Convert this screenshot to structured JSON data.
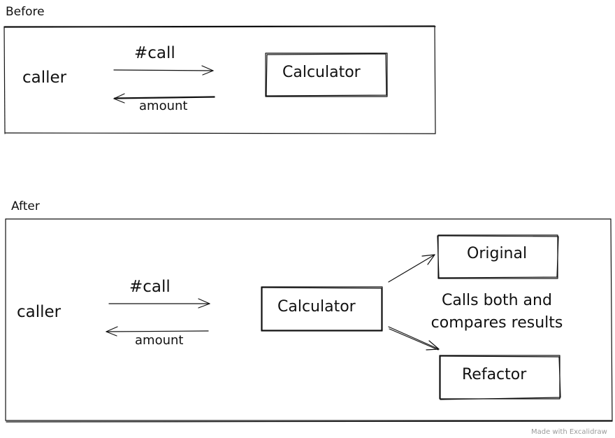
{
  "sections": {
    "before": {
      "label": "Before",
      "caller": "caller",
      "request": "#call",
      "response": "amount",
      "service": "Calculator"
    },
    "after": {
      "label": "After",
      "caller": "caller",
      "request": "#call",
      "response": "amount",
      "service": "Calculator",
      "target_a": "Original",
      "target_b": "Refactor",
      "note_line1": "Calls both and",
      "note_line2": "compares results"
    }
  },
  "footer": "Made with Excalidraw",
  "colors": {
    "stroke": "#111111",
    "background": "#ffffff",
    "footer_text": "#9a9a9a"
  }
}
